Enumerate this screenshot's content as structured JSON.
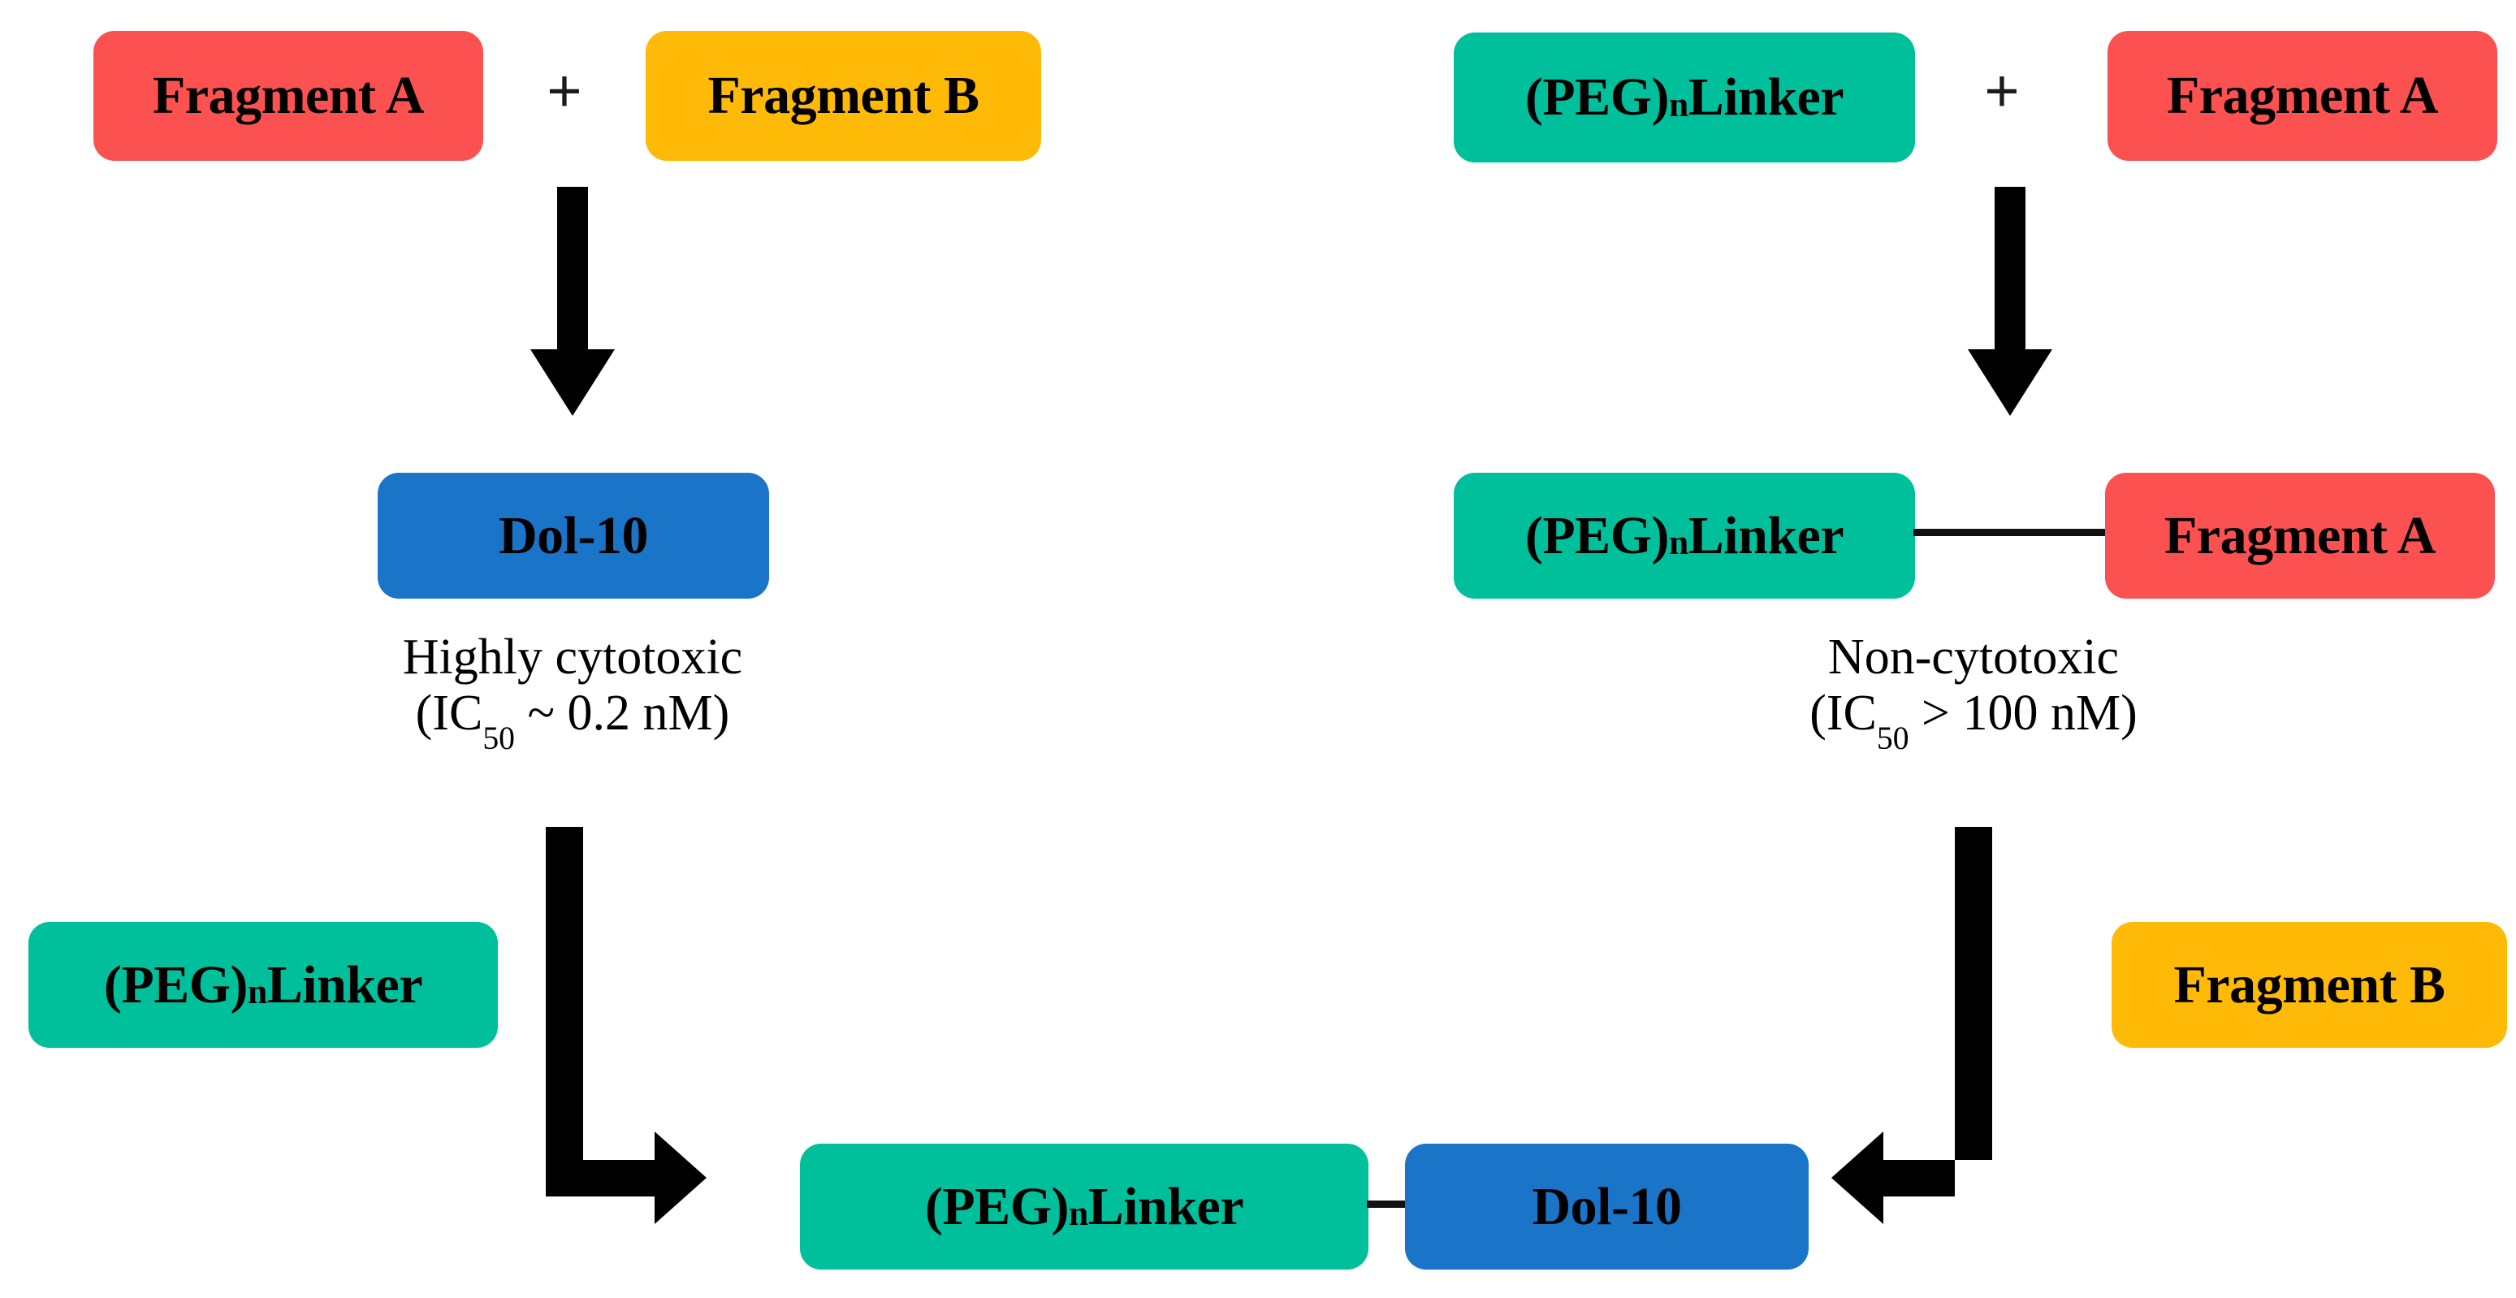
{
  "diagram": {
    "title": "Dolastatin-10 fragment conjugation scheme",
    "background": "#ffffff",
    "colors": {
      "fragment_a": "#fb5151",
      "fragment_b": "#ffba07",
      "peg_linker": "#00c09c",
      "dol10": "#1a74c8",
      "arrow": "#000000",
      "text": "#000000"
    },
    "operators": {
      "plus_left": "+",
      "plus_right": "+"
    },
    "nodes": {
      "top_left_fragment_a": {
        "label_prefix": "Fragment A",
        "sub": "",
        "label_suffix": ""
      },
      "top_left_fragment_b": {
        "label_prefix": "Fragment B",
        "sub": "",
        "label_suffix": ""
      },
      "top_right_linker": {
        "label_prefix": "(PEG)",
        "sub": "n",
        "label_suffix": " Linker"
      },
      "top_right_fragment_a": {
        "label_prefix": "Fragment A",
        "sub": "",
        "label_suffix": ""
      },
      "mid_left_dol10": {
        "label_prefix": "Dol-10",
        "sub": "",
        "label_suffix": ""
      },
      "mid_right_linker": {
        "label_prefix": "(PEG)",
        "sub": "n",
        "label_suffix": " Linker"
      },
      "mid_right_fragment_a": {
        "label_prefix": "Fragment A",
        "sub": "",
        "label_suffix": ""
      },
      "low_left_linker": {
        "label_prefix": "(PEG)",
        "sub": "n",
        "label_suffix": " Linker"
      },
      "low_right_fragment_b": {
        "label_prefix": "Fragment B",
        "sub": "",
        "label_suffix": ""
      },
      "bottom_linker": {
        "label_prefix": "(PEG)",
        "sub": "n",
        "label_suffix": " Linker"
      },
      "bottom_dol10": {
        "label_prefix": "Dol-10",
        "sub": "",
        "label_suffix": ""
      }
    },
    "captions": {
      "left": {
        "line1": "Highly cytotoxic",
        "line2_prefix": "(IC",
        "line2_sub": "50",
        "line2_suffix": " ~ 0.2 nM)"
      },
      "right": {
        "line1": "Non-cytotoxic",
        "line2_prefix": "(IC",
        "line2_sub": "50",
        "line2_suffix": " > 100 nM)"
      }
    }
  }
}
